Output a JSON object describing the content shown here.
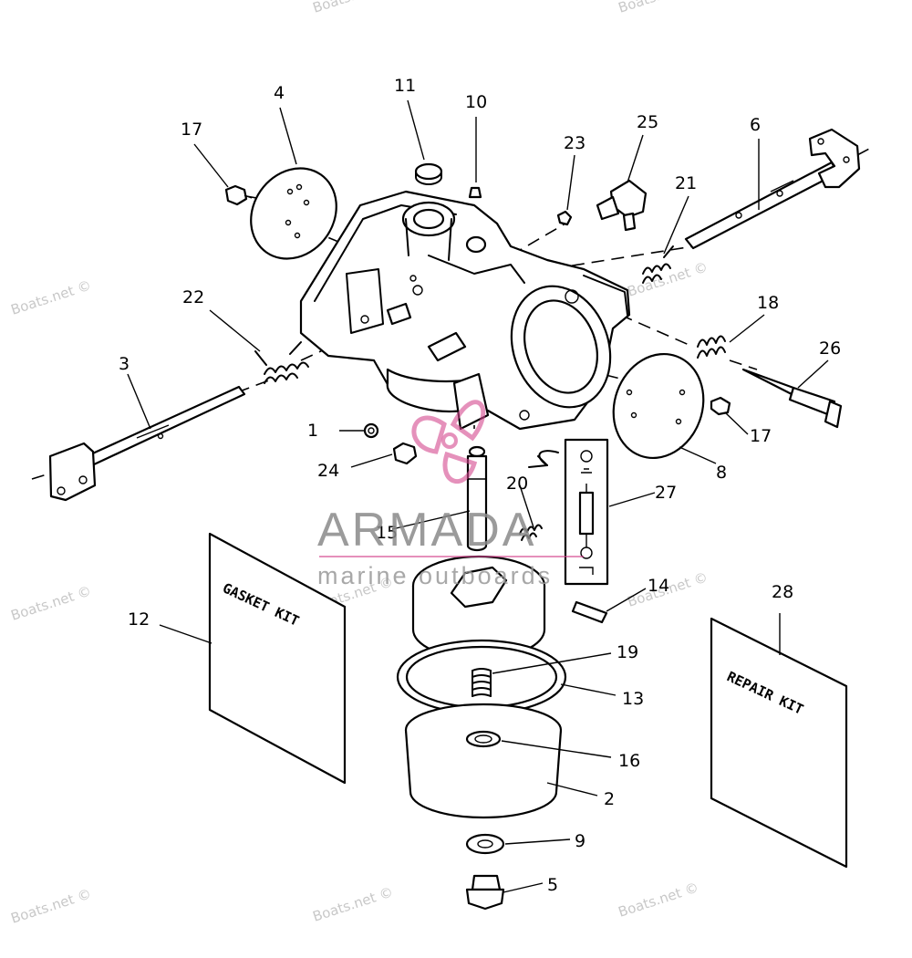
{
  "watermarks": {
    "site": "Boats.net ©",
    "brand_name": "ARMADA",
    "brand_tagline": "marine outboards"
  },
  "callouts": [
    "1",
    "2",
    "3",
    "4",
    "5",
    "6",
    "8",
    "9",
    "10",
    "11",
    "12",
    "13",
    "14",
    "15",
    "16",
    "17",
    "17",
    "18",
    "19",
    "20",
    "21",
    "22",
    "23",
    "24",
    "25",
    "26",
    "27",
    "28"
  ],
  "kits": {
    "gasket_kit_line1": "GASKET KIT",
    "repair_kit_line1": "REPAIR KIT"
  },
  "colors": {
    "line": "#000000",
    "watermark": "#c8c8c8",
    "brand_gray": "#8a8a8a",
    "brand_pink": "#d4478f",
    "background": "#ffffff"
  }
}
